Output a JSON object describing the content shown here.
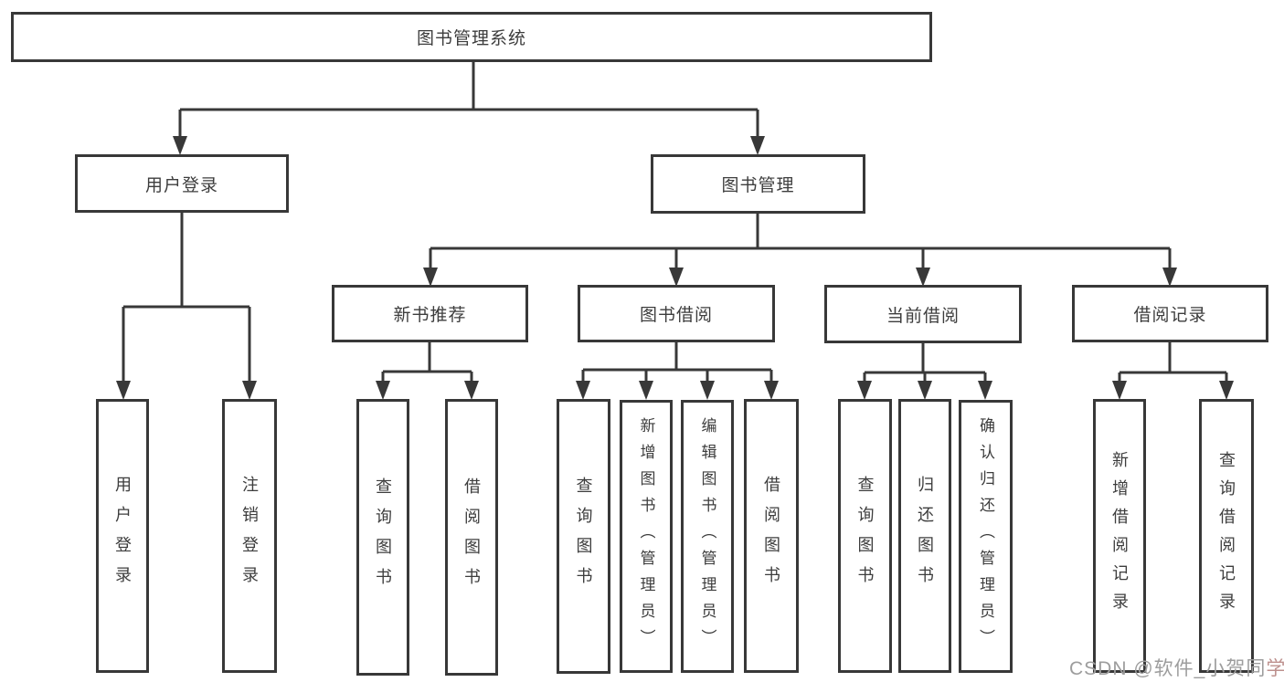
{
  "diagram": {
    "nodes": {
      "root": {
        "label": "图书管理系统"
      },
      "user_login": {
        "label": "用户登录",
        "children": [
          {
            "label": "用户登录"
          },
          {
            "label": "注销登录"
          }
        ]
      },
      "book_mgmt": {
        "label": "图书管理",
        "children": [
          {
            "label": "新书推荐",
            "children": [
              {
                "label": "查询图书"
              },
              {
                "label": "借阅图书"
              }
            ]
          },
          {
            "label": "图书借阅",
            "children": [
              {
                "label": "查询图书"
              },
              {
                "label": "新增图书（管理员）"
              },
              {
                "label": "编辑图书（管理员）"
              },
              {
                "label": "借阅图书"
              }
            ]
          },
          {
            "label": "当前借阅",
            "children": [
              {
                "label": "查询图书"
              },
              {
                "label": "归还图书"
              },
              {
                "label": "确认归还（管理员）"
              }
            ]
          },
          {
            "label": "借阅记录",
            "children": [
              {
                "label": "新增借阅记录"
              },
              {
                "label": "查询借阅记录"
              }
            ]
          }
        ]
      }
    },
    "watermark": {
      "prefix": "CSDN @软件_小贺同",
      "accent": "学"
    },
    "colors": {
      "line": "#383838",
      "text": "#3d3d3d",
      "box_background": "#ffffff",
      "watermark": "#9d9d9d",
      "watermark_accent": "#bd908d",
      "background": "#ffffff"
    }
  }
}
